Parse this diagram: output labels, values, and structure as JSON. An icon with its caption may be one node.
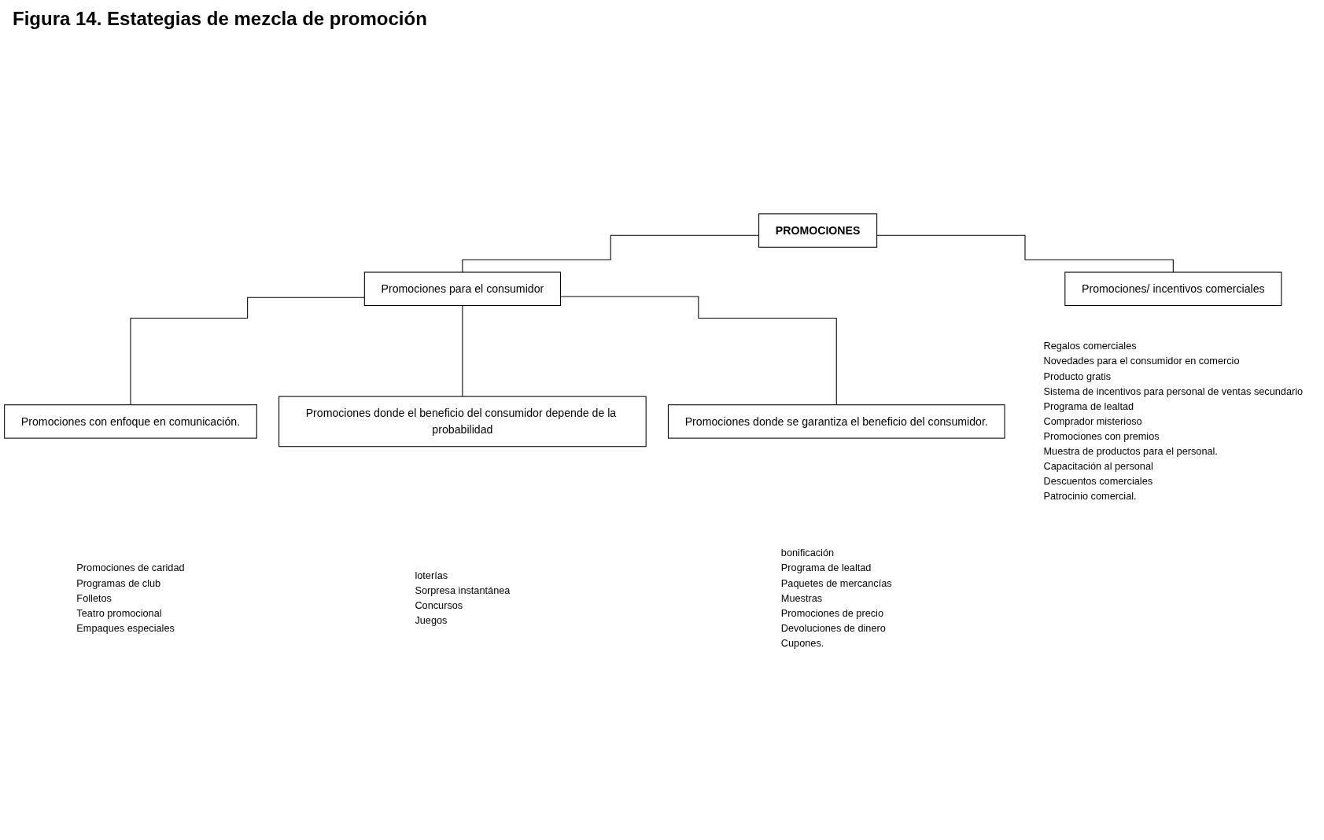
{
  "diagram": {
    "title": "Figura 14. Estategias de mezcla de promoción",
    "nodes": [
      {
        "text": [
          "PROMOCIONES"
        ]
      },
      {
        "text": [
          "Promociones para el consumidor"
        ]
      },
      {
        "text": [
          "Promociones/ incentivos comerciales"
        ],
        "beside": [
          "Regalos comerciales",
          "Novedades para el consumidor en comercio",
          "Producto gratis",
          "Sistema de incentivos para personal de ventas secundario",
          "Programa de lealtad",
          "Comprador misterioso",
          "Promociones con premios",
          "Muestra de productos para el personal.",
          "Capacitación al personal",
          "Descuentos comerciales",
          "Patrocinio comercial."
        ]
      },
      {
        "text": [
          "Promociones con enfoque en comunicación."
        ],
        "beside": [
          "Promociones de caridad",
          "Programas de club",
          "Folletos",
          "Teatro promocional",
          "Empaques especiales"
        ]
      },
      {
        "text": [
          "Promociones donde el beneficio del consumidor depende de la probabilidad"
        ],
        "beside": [
          "loterías",
          "Sorpresa instantánea",
          "Concursos",
          "Juegos"
        ]
      },
      {
        "text": [
          "Promociones donde se garantiza el beneficio del consumidor."
        ],
        "beside": [
          "bonificación",
          "Programa de lealtad",
          "Paquetes de mercancías",
          "Muestras",
          "Promociones de precio",
          "Devoluciones de dinero",
          "Cupones."
        ]
      }
    ],
    "edges": [
      {
        "from": 0,
        "to": 1,
        "arrow": "none"
      },
      {
        "from": 0,
        "to": 2,
        "arrow": "none"
      },
      {
        "from": 1,
        "to": 3,
        "arrow": "none"
      },
      {
        "from": 1,
        "to": 4,
        "arrow": "none"
      },
      {
        "from": 1,
        "to": 5,
        "arrow": "none"
      }
    ]
  }
}
